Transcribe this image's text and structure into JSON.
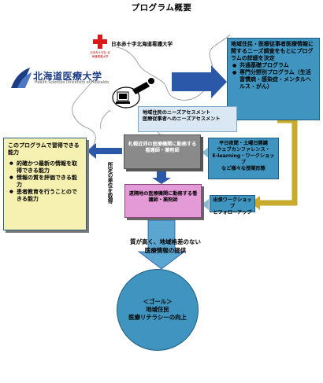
{
  "title": "プログラム概要",
  "logos": {
    "jrc_name": "日本赤十字北海道看護大学",
    "jrc_small": "日本赤十字社 北海道看護大学",
    "hiu_name": "北海道医療大学",
    "hiu_sub": "Health Sciences University of Hokkaido"
  },
  "survey_box": {
    "heading": "地域住民・医療従事者医療情報に関するニーズ調査をもとにプログラムの詳細を決定",
    "items": [
      "共通基礎プログラム",
      "専門分野別プログラム（生活習慣病・感染症・メンタルヘルス・がん）"
    ]
  },
  "assessment_box": {
    "line1": "地域住民のニーズアセスメント",
    "line2": "医療従事者へのニーズアセスメント"
  },
  "abilities_box": {
    "heading": "このプログラムで習得できる能力",
    "items": [
      "的確かつ最新の情報を取得できる能力",
      "情報の質を評価できる能力",
      "患者教育を行うことのできる能力"
    ]
  },
  "sapporo_box": {
    "text": "札幌近郊の医療機関に勤務する看護師・薬剤師"
  },
  "remote_box": {
    "text": "遠隔地の医療機関に勤務する看護師・薬剤師"
  },
  "courses_box": {
    "line1": "平日夜間・土曜日開講",
    "line2": "ウェブカンファレンス・",
    "line3": "E-learning・ワークショップ",
    "line4": "など様々な授業形態"
  },
  "workshop_box": {
    "line1": "出張ワークショップ",
    "line2": "とフォローアップ"
  },
  "unit_label": "所定の単位を取得",
  "quality_label": {
    "line1": "質が高く、地域格差のない",
    "line2": "医療情報の提供"
  },
  "goal": {
    "line1": "＜ゴール＞",
    "line2": "地域住民",
    "line3": "医療リテラシーの向上"
  },
  "colors": {
    "blue": "#3f95bf",
    "yellow": "#f6f1b0",
    "gray": "#8a8a8a",
    "pink": "#e39ad6",
    "arrow_blue": "#2b58a8",
    "arrow_gold": "#c9ab2c"
  }
}
